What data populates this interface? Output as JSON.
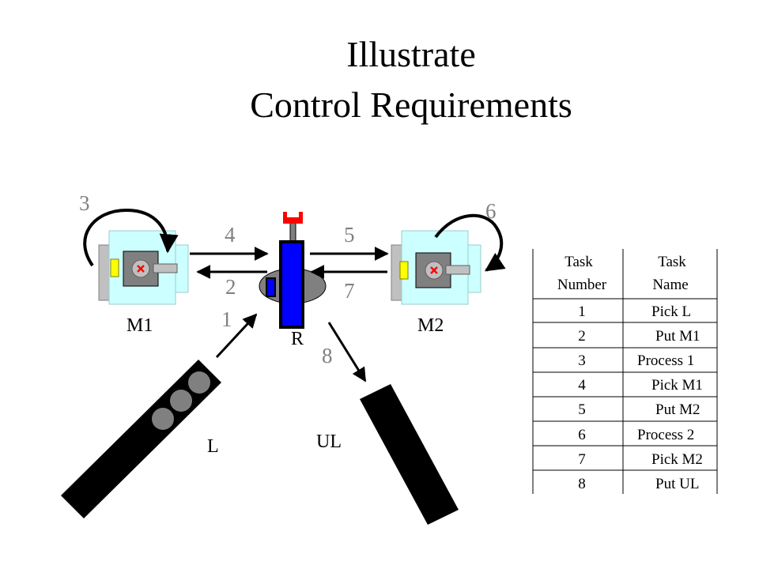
{
  "title": {
    "line1": "Illustrate",
    "line2": "Control Requirements"
  },
  "labels": {
    "m1": "M1",
    "m2": "M2",
    "robot": "R",
    "loader": "L",
    "unloader": "UL"
  },
  "task_numbers_on_arrows": [
    "1",
    "2",
    "3",
    "4",
    "5",
    "6",
    "7",
    "8"
  ],
  "table": {
    "header": {
      "number_line1": "Task",
      "number_line2": "Number",
      "name_line1": "Task",
      "name_line2": "Name"
    },
    "rows": [
      {
        "number": "1",
        "name": "Pick L"
      },
      {
        "number": "2",
        "name": "Put M1"
      },
      {
        "number": "3",
        "name": "Process 1"
      },
      {
        "number": "4",
        "name": "Pick M1"
      },
      {
        "number": "5",
        "name": "Put M2"
      },
      {
        "number": "6",
        "name": "Process 2"
      },
      {
        "number": "7",
        "name": "Pick M2"
      },
      {
        "number": "8",
        "name": "Put UL"
      }
    ]
  },
  "colors": {
    "machine_body": "#ccffff",
    "machine_plate": "#c0c0c0",
    "machine_core": "#808080",
    "part_yellow": "#ffff00",
    "robot_blue": "#0000ff",
    "robot_gripper": "#ff0000",
    "robot_base": "#808080",
    "number_grey": "#808080"
  }
}
